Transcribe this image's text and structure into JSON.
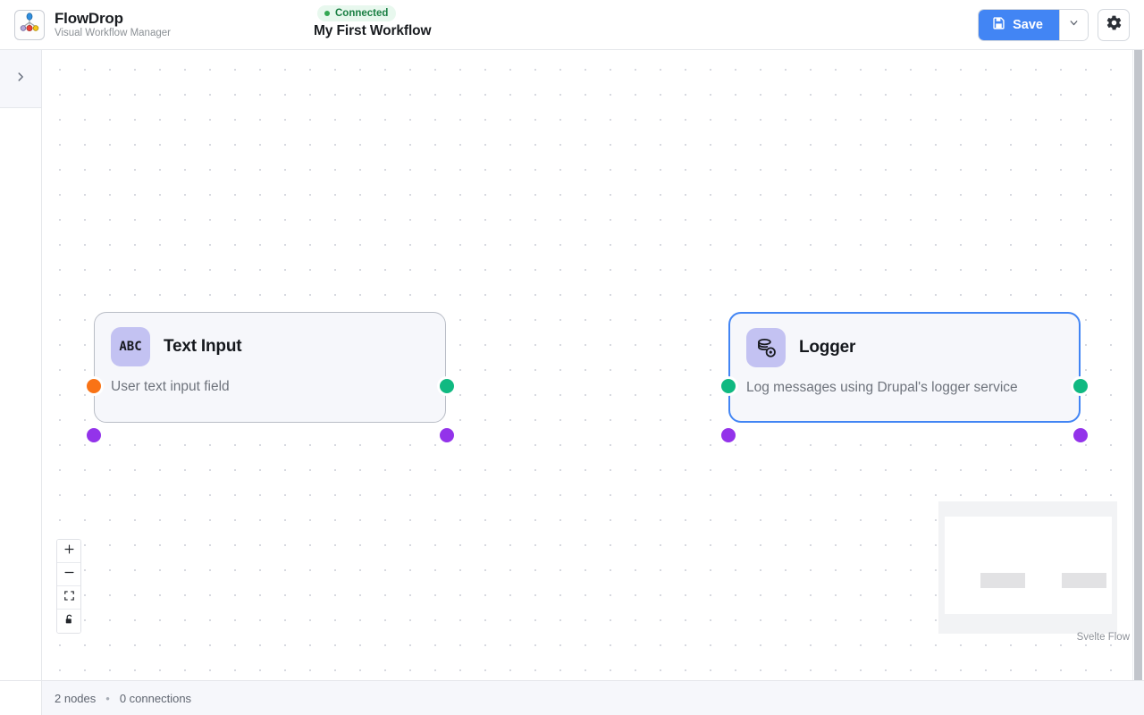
{
  "header": {
    "logo_icon": "workflow-node-graph-icon",
    "brand_title": "FlowDrop",
    "brand_subtitle": "Visual Workflow Manager",
    "connection_status": "Connected",
    "workflow_title": "My First Workflow",
    "save_label": "Save",
    "save_icon": "floppy-disk-icon",
    "save_caret_icon": "chevron-down-icon",
    "settings_icon": "gear-icon",
    "accent_color": "#4285f4",
    "status_color": "#1a7f43"
  },
  "sidebar": {
    "toggle_icon": "chevron-right-icon"
  },
  "canvas": {
    "nodes": [
      {
        "id": "text-input",
        "title": "Text Input",
        "description": "User text input field",
        "icon": "abc-text-icon",
        "icon_label": "ABC",
        "selected": false,
        "handles": [
          {
            "name": "target-top-left",
            "color": "#f97316"
          },
          {
            "name": "target-bottom-left",
            "color": "#9333ea"
          },
          {
            "name": "source-top-right",
            "color": "#10b981"
          },
          {
            "name": "source-bottom-right",
            "color": "#9333ea"
          }
        ]
      },
      {
        "id": "logger",
        "title": "Logger",
        "description": "Log messages using Drupal's logger service",
        "icon": "database-eye-icon",
        "icon_label": "",
        "selected": true,
        "handles": [
          {
            "name": "target-top-left",
            "color": "#10b981"
          },
          {
            "name": "target-bottom-left",
            "color": "#9333ea"
          },
          {
            "name": "source-top-right",
            "color": "#10b981"
          },
          {
            "name": "source-bottom-right",
            "color": "#9333ea"
          }
        ]
      }
    ],
    "controls": [
      {
        "name": "zoom-in-button",
        "icon": "plus-icon"
      },
      {
        "name": "zoom-out-button",
        "icon": "minus-icon"
      },
      {
        "name": "fit-view-button",
        "icon": "fit-view-icon"
      },
      {
        "name": "lock-button",
        "icon": "unlock-icon"
      }
    ],
    "attribution": "Svelte Flow"
  },
  "statusbar": {
    "nodes_count": "2 nodes",
    "separator": "•",
    "connections_count": "0 connections"
  }
}
